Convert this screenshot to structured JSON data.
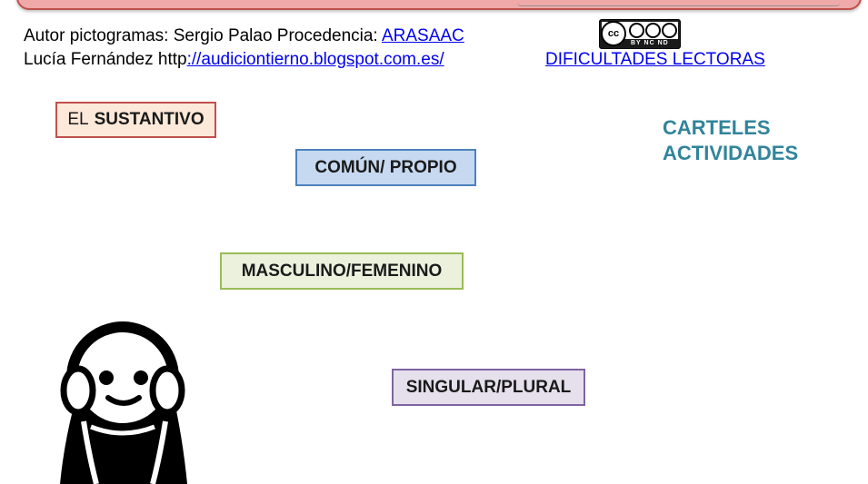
{
  "credits": {
    "line1_text": "Autor pictogramas: Sergio Palao Procedencia: ",
    "line1_link": "ARASAAC",
    "line2_text": "Lucía Fernández  http",
    "line2_link": "://audiciontierno.blogspot.com.es/",
    "dificultades_link": "DIFICULTADES LECTORAS"
  },
  "license": {
    "badge_main": "cc",
    "badge_text": "BY  NC  ND"
  },
  "topics": {
    "sustantivo_prefix": "EL",
    "sustantivo": "SUSTANTIVO",
    "comun_propio": "COMÚN/ PROPIO",
    "masculino_femenino": "MASCULINO/FEMENINO",
    "singular_plural": "SINGULAR/PLURAL"
  },
  "side_menu": {
    "carteles": "CARTELES",
    "actividades": "ACTIVIDADES"
  },
  "colors": {
    "link": "#0000ee",
    "side_menu": "#31849b",
    "banner": "#f0a9a9"
  },
  "pictogram": "thinking-person-icon"
}
